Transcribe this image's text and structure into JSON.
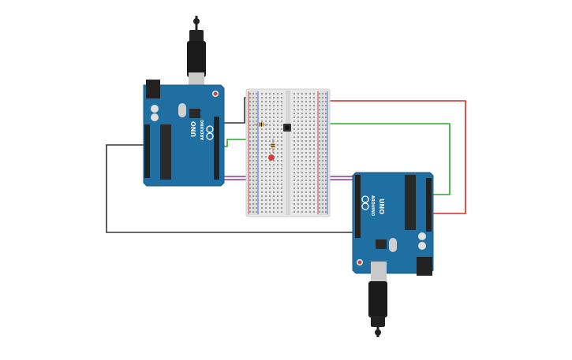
{
  "boards": [
    {
      "id": "arduino-left",
      "logo_text": "ARDUINO",
      "model_text": "UNO"
    },
    {
      "id": "arduino-right",
      "logo_text": "ARDUINO",
      "model_text": "UNO"
    }
  ],
  "colors": {
    "board": "#1f6fa3",
    "board_dark": "#185b86",
    "chip": "#2a2a2a",
    "breadboard": "#e8e8e8",
    "wire_red": "#d62b2b",
    "wire_green": "#2fa52f",
    "wire_black": "#333333",
    "wire_purple": "#8b3a9a",
    "usb_cable": "#222222",
    "usb_plug": "#c9c9c9",
    "led_red": "#e23b3b"
  },
  "components": {
    "breadboard": "breadboard",
    "pushbutton": "pushbutton",
    "resistor_1": "resistor",
    "resistor_2": "resistor",
    "led": "red-led"
  }
}
